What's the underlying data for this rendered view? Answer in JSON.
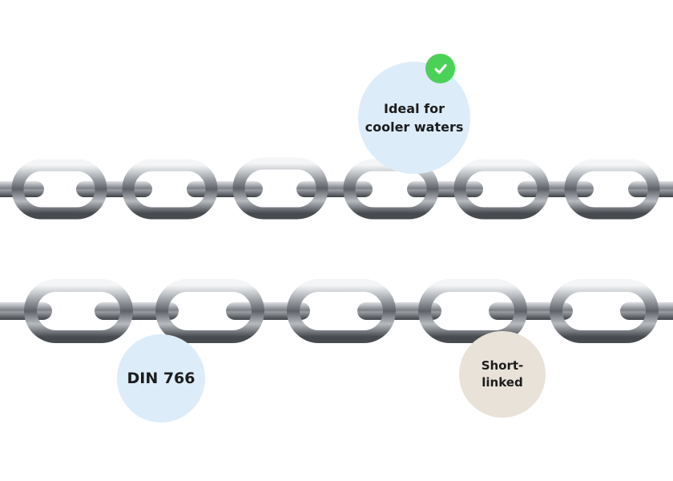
{
  "badges": {
    "ideal": {
      "text": "Ideal for\ncooler waters",
      "color": "#dcecf9"
    },
    "din": {
      "text": "DIN 766",
      "color": "#dcecf9"
    },
    "short": {
      "text": "Short-\nlinked",
      "color": "#e8e2d9"
    }
  },
  "check_badge": {
    "icon": "checkmark-icon",
    "color": "#4cd158"
  },
  "chains": {
    "count": 2,
    "metal_color": "#b9bcc0"
  }
}
